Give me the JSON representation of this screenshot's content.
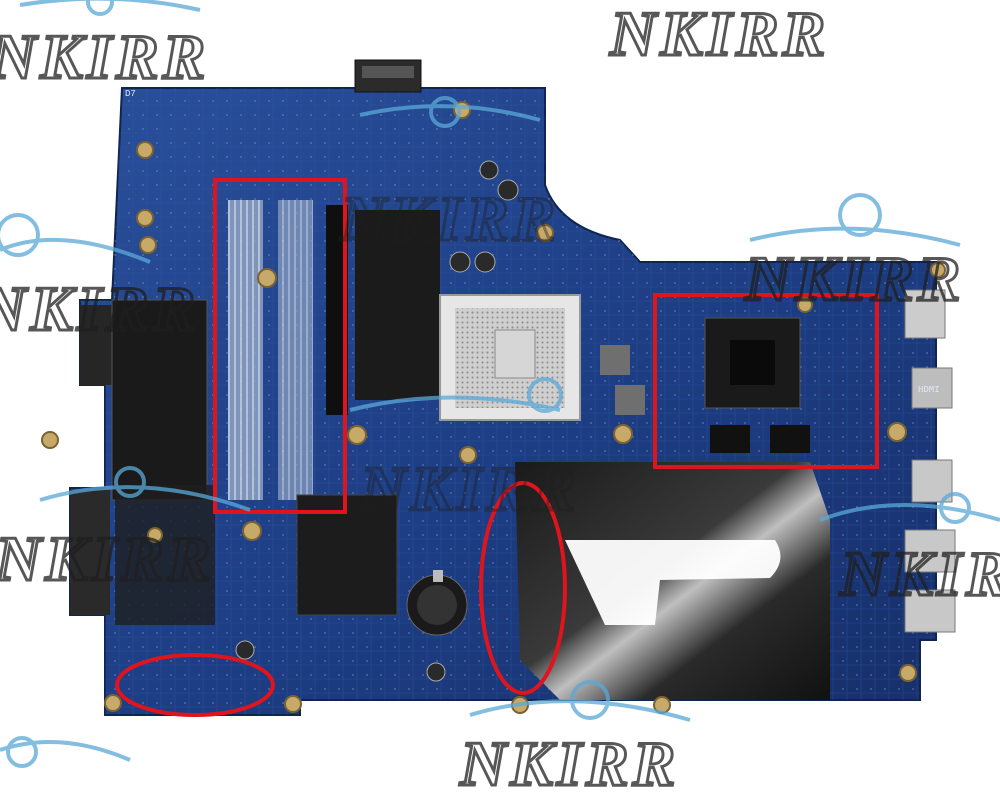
{
  "photo": {
    "subject": "laptop motherboard",
    "board_color": "#1e3f86",
    "highlight_color": "#e0141c"
  },
  "watermark": {
    "text": "NKIRR",
    "color": "#1f1f1f",
    "logo_color": "#5aa9d8"
  },
  "board_labels": {
    "cpu_socket_mark": "D7",
    "port_label": "HDMI"
  }
}
